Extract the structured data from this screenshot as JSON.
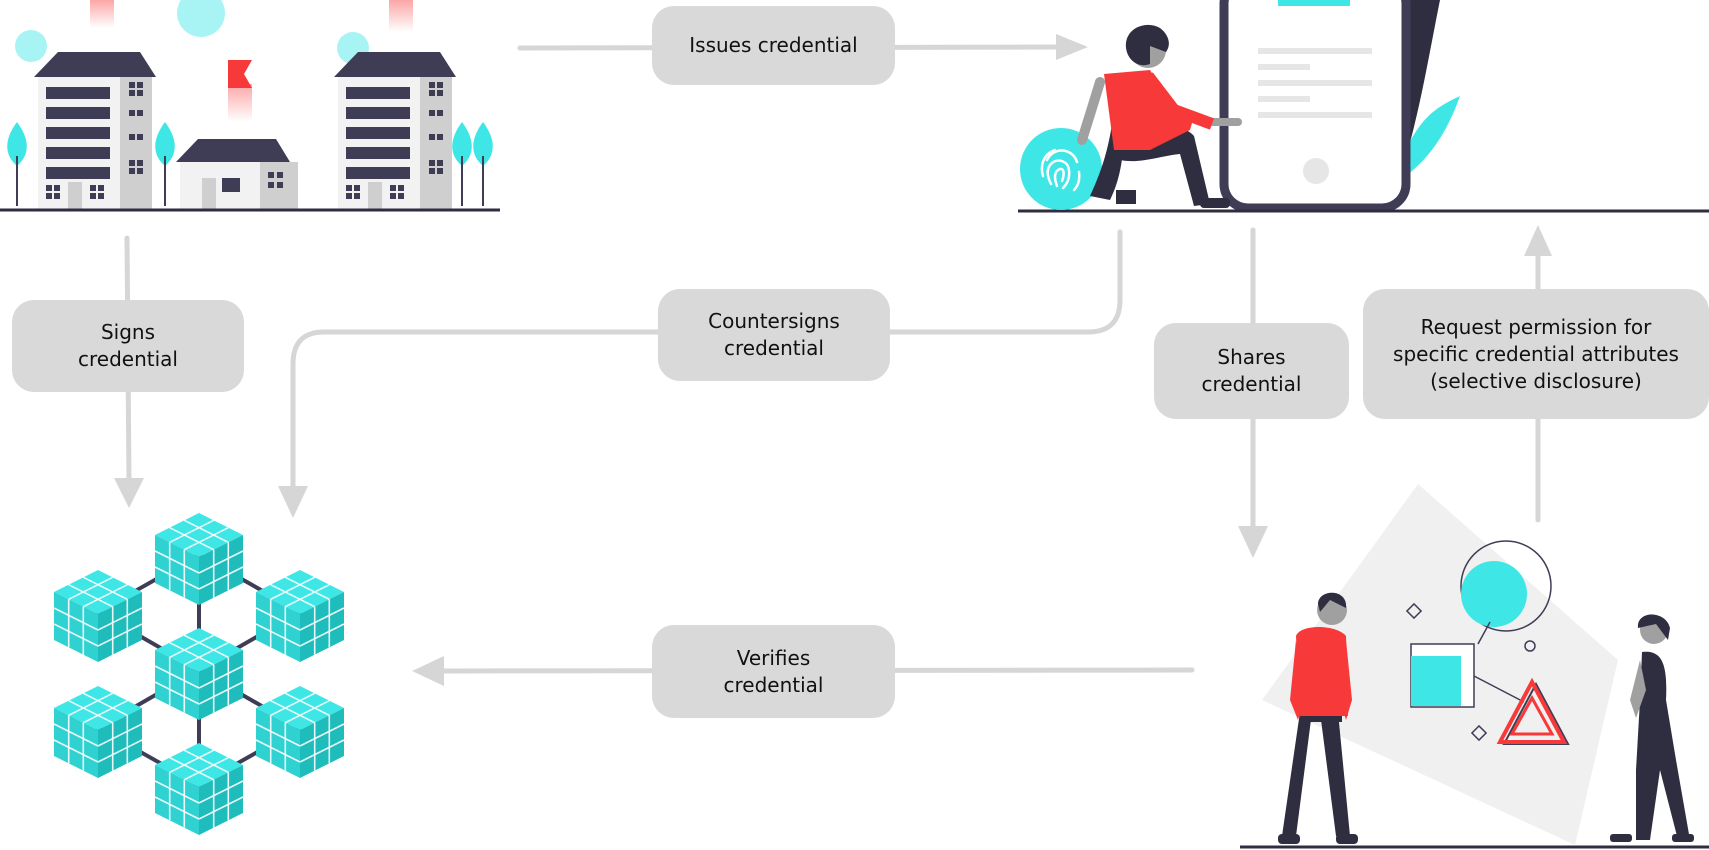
{
  "colors": {
    "connector": "#d6d6d6",
    "accent_cyan": "#3fe6e6",
    "accent_red": "#f7393a",
    "dark": "#2f2e41",
    "building_gray": "#cfcfcf",
    "label_bg": "#d9d9d9"
  },
  "labels": {
    "issues": [
      "Issues credential"
    ],
    "signs": [
      "Signs",
      "credential"
    ],
    "countersigns": [
      "Countersigns",
      "credential"
    ],
    "shares": [
      "Shares",
      "credential"
    ],
    "request": [
      "Request permission for",
      "specific credential attributes",
      "(selective disclosure)"
    ],
    "verifies": [
      "Verifies",
      "credential"
    ]
  },
  "icons": {
    "issuer": "city-buildings-icon",
    "holder": "person-phone-fingerprint-icon",
    "ledger": "blockchain-cubes-icon",
    "verifier": "two-people-presentation-icon"
  }
}
